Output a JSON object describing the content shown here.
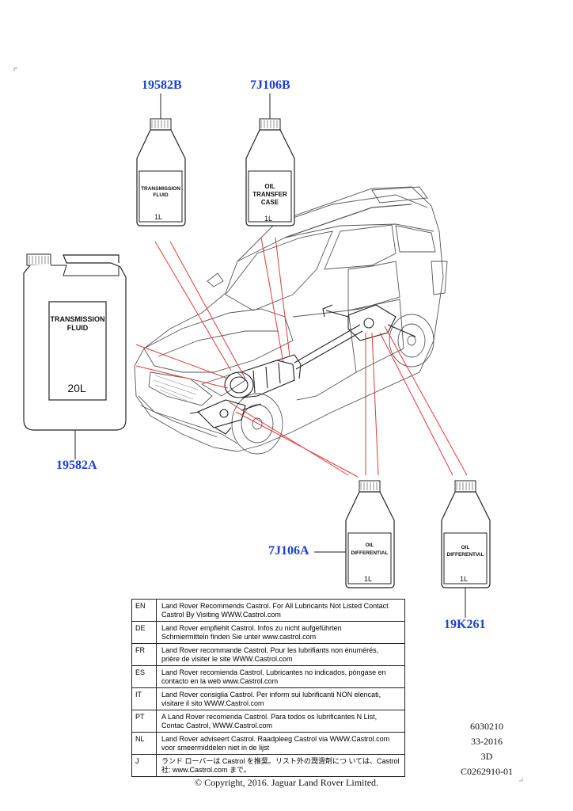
{
  "callouts": {
    "bottle_1l_transmission": "19582B",
    "bottle_1l_transfer": "7J106B",
    "canister_20l_transmission": "19582A",
    "bottle_1l_diff_front": "7J106A",
    "bottle_1l_diff_rear": "19K261"
  },
  "containers": {
    "transmission_1l": {
      "label_line1": "TRANSMISSION",
      "label_line2": "FLUID",
      "volume": "1L"
    },
    "transfer_1l": {
      "label_line1": "OIL",
      "label_line2": "TRANSFER",
      "label_line3": "CASE",
      "volume": "1L"
    },
    "transmission_20l": {
      "label_line1": "TRANSMISSION",
      "label_line2": "FLUID",
      "volume": "20L"
    },
    "diff_front_1l": {
      "label_line1": "OIL",
      "label_line2": "DIFFERENTIAL",
      "volume": "1L"
    },
    "diff_rear_1l": {
      "label_line1": "OIL",
      "label_line2": "DIFFERENTIAL",
      "volume": "1L"
    }
  },
  "language_table": [
    {
      "code": "EN",
      "line1": "Land Rover Recommends Castrol.  For All Lubricants Not Listed Contact",
      "line2": "Castrol By Visiting WWW.Castrol.com"
    },
    {
      "code": "DE",
      "line1": "Land Rover empfiehlt Castrol.  Infos zu nicht aufgeführten",
      "line2": "Schmiermitteln finden Sie unter www.castrol.com"
    },
    {
      "code": "FR",
      "line1": "Land Rover recommande Castrol. Pour les lubrifiants non énumérés,",
      "line2": "prière de visiter le site WWW.Castrol.com"
    },
    {
      "code": "ES",
      "line1": "Land Rover recomienda Castrol.  Lubricantes no indicados, póngase en",
      "line2": "contacto en la web www.Castrol.com"
    },
    {
      "code": "IT",
      "line1": "Land Rover consiglia Castrol.  Per inform sui lubrificanti NON elencati,",
      "line2": "visitare il sito WWW.Castrol.com"
    },
    {
      "code": "PT",
      "line1": "A Land Rover recomenda Castrol.  Para todos os lubrificantes N List,",
      "line2": "Contac Castrol, WWW.Castrol.com"
    },
    {
      "code": "NL",
      "line1": "Land Rover adviseert Castrol.  Raadpleeg Castrol via WWW.Castrol.com",
      "line2": "voor smeermiddelen niet in de lijst"
    },
    {
      "code": "J",
      "line1": "ランド ローバーは Castrol を推奨。リスト外の潤滑剤につ いては、Castrol",
      "line2": "社: www.Castrol.com まで。"
    }
  ],
  "reference": {
    "line1": "6030210",
    "line2": "33-2016",
    "line3": "3D",
    "line4": "C0262910-01"
  },
  "copyright": "© Copyright, 2016. Jaguar Land Rover Limited.",
  "colors": {
    "callout": "#1a3fd6",
    "leader_red": "#e23a3a",
    "line": "#222222"
  }
}
